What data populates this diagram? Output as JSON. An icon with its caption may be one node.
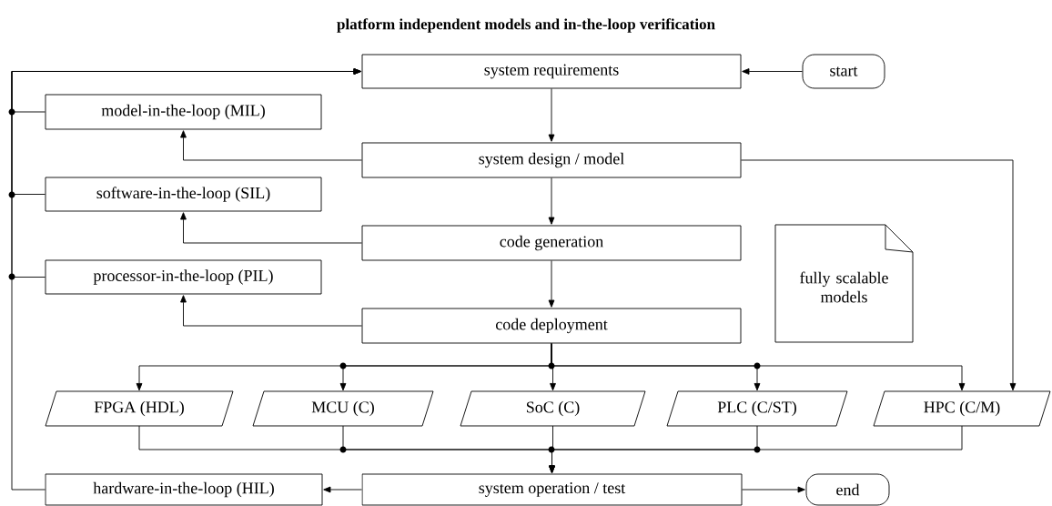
{
  "diagram": {
    "title": "platform independent models and in-the-loop verification",
    "nodes": [
      {
        "text": [
          "system requirements"
        ]
      },
      {
        "text": [
          "start"
        ]
      },
      {
        "text": [
          "model-in-the-loop (MIL)"
        ]
      },
      {
        "text": [
          "system design / model"
        ]
      },
      {
        "text": [
          "software-in-the-loop (SIL)"
        ]
      },
      {
        "text": [
          "code generation"
        ]
      },
      {
        "text": [
          "processor-in-the-loop (PIL)"
        ]
      },
      {
        "text": [
          "fully scalable models"
        ]
      },
      {
        "text": [
          "code deployment"
        ]
      },
      {
        "text": [
          "FPGA (HDL)"
        ]
      },
      {
        "text": [
          "MCU (C)"
        ]
      },
      {
        "text": [
          "SoC (C)"
        ]
      },
      {
        "text": [
          "PLC (C/ST)"
        ]
      },
      {
        "text": [
          "HPC (C/M)"
        ]
      },
      {
        "text": [
          "hardware-in-the-loop (HIL)"
        ]
      },
      {
        "text": [
          "system operation / test"
        ]
      },
      {
        "text": [
          "end"
        ]
      }
    ],
    "edges": [
      {
        "from": 1,
        "to": 0,
        "arrow": "to"
      },
      {
        "from": 0,
        "to": 3,
        "arrow": "to"
      },
      {
        "from": 3,
        "to": 5,
        "arrow": "to"
      },
      {
        "from": 5,
        "to": 8,
        "arrow": "to"
      },
      {
        "from": 3,
        "to": 2,
        "arrow": "to"
      },
      {
        "from": 5,
        "to": 4,
        "arrow": "to"
      },
      {
        "from": 8,
        "to": 6,
        "arrow": "to"
      },
      {
        "from": 8,
        "to": 9,
        "arrow": "to"
      },
      {
        "from": 8,
        "to": 10,
        "arrow": "to"
      },
      {
        "from": 8,
        "to": 11,
        "arrow": "to"
      },
      {
        "from": 8,
        "to": 12,
        "arrow": "to"
      },
      {
        "from": 8,
        "to": 13,
        "arrow": "to"
      },
      {
        "from": 3,
        "to": 13,
        "arrow": "to"
      },
      {
        "from": 9,
        "to": 15,
        "arrow": "to"
      },
      {
        "from": 10,
        "to": 15,
        "arrow": "to"
      },
      {
        "from": 11,
        "to": 15,
        "arrow": "to"
      },
      {
        "from": 12,
        "to": 15,
        "arrow": "to"
      },
      {
        "from": 13,
        "to": 15,
        "arrow": "to"
      },
      {
        "from": 15,
        "to": 14,
        "arrow": "to"
      },
      {
        "from": 15,
        "to": 16,
        "arrow": "to"
      },
      {
        "from": 2,
        "to": 0,
        "arrow": "to"
      },
      {
        "from": 4,
        "to": 0,
        "arrow": "to"
      },
      {
        "from": 6,
        "to": 0,
        "arrow": "to"
      },
      {
        "from": 14,
        "to": 0,
        "arrow": "to"
      }
    ]
  }
}
